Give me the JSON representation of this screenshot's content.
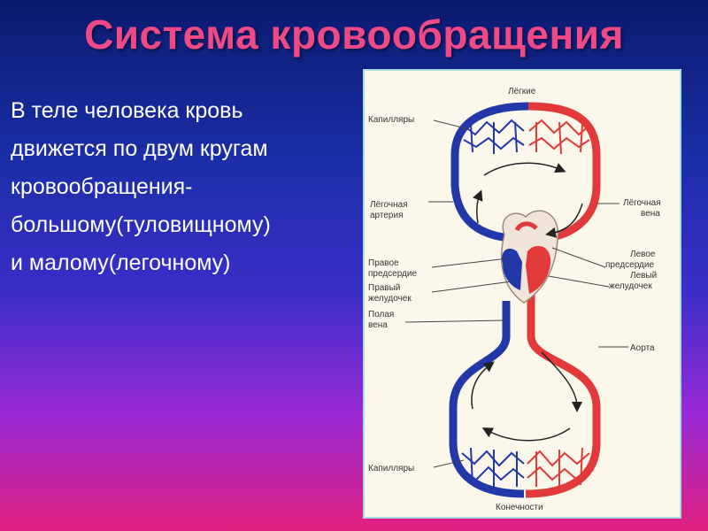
{
  "title": "Система кровообращения",
  "text_lines": [
    "В теле человека кровь",
    "движется по двум кругам",
    "кровообращения-",
    "большому(туловищному)",
    "и малому(легочному)"
  ],
  "figure_labels": {
    "lungs": "Лёгкие",
    "capillaries_top": "Капилляры",
    "pulmonary_artery_1": "Лёгочная",
    "pulmonary_artery_2": "артерия",
    "pulmonary_vein_1": "Лёгочная",
    "pulmonary_vein_2": "вена",
    "left_atrium_1": "Левое",
    "left_atrium_2": "предсердие",
    "right_atrium_1": "Правое",
    "right_atrium_2": "предсердие",
    "left_ventricle_1": "Левый",
    "left_ventricle_2": "желудочек",
    "right_ventricle_1": "Правый",
    "right_ventricle_2": "желудочек",
    "vena_cava_1": "Полая",
    "vena_cava_2": "вена",
    "aorta": "Аорта",
    "capillaries_bottom": "Капилляры",
    "limbs": "Конечности"
  },
  "colors": {
    "title": "#f04a86",
    "arterial": "#e23a3a",
    "venous": "#2338a8",
    "figure_bg": "#fbf7ea"
  }
}
